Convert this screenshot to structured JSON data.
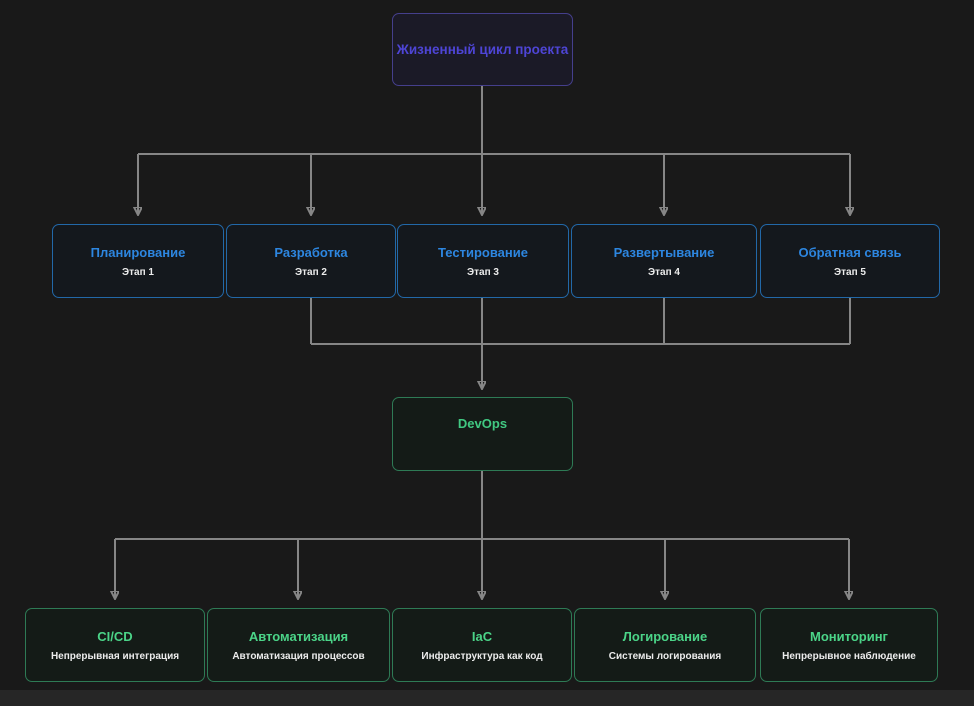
{
  "diagram": {
    "type": "flowchart-top-down",
    "root": {
      "title": "Жизненный цикл проекта"
    },
    "stages": [
      {
        "title": "Планирование",
        "subtitle": "Этап 1"
      },
      {
        "title": "Разработка",
        "subtitle": "Этап 2"
      },
      {
        "title": "Тестирование",
        "subtitle": "Этап 3"
      },
      {
        "title": "Развертывание",
        "subtitle": "Этап 4"
      },
      {
        "title": "Обратная связь",
        "subtitle": "Этап 5"
      }
    ],
    "hub": {
      "title": "DevOps"
    },
    "practices": [
      {
        "title": "CI/CD",
        "subtitle": "Непрерывная интеграция"
      },
      {
        "title": "Автоматизация",
        "subtitle": "Автоматизация процессов"
      },
      {
        "title": "IaC",
        "subtitle": "Инфраструктура как код"
      },
      {
        "title": "Логирование",
        "subtitle": "Системы логирования"
      },
      {
        "title": "Мониторинг",
        "subtitle": "Непрерывное наблюдение"
      }
    ],
    "edges": [
      "root -> Планирование",
      "root -> Разработка",
      "root -> Тестирование",
      "root -> Развертывание",
      "root -> Обратная связь",
      "Разработка -> DevOps",
      "Тестирование -> DevOps",
      "Развертывание -> DevOps",
      "Обратная связь -> DevOps",
      "DevOps -> CI/CD",
      "DevOps -> Автоматизация",
      "DevOps -> IaC",
      "DevOps -> Логирование",
      "DevOps -> Мониторинг"
    ],
    "colors": {
      "background": "#191919",
      "root_accent": "#4e45d6",
      "stage_accent": "#2d86e0",
      "devops_accent": "#46cf85",
      "connector_gray": "#868686",
      "subtitle_text": "#ececec"
    }
  }
}
